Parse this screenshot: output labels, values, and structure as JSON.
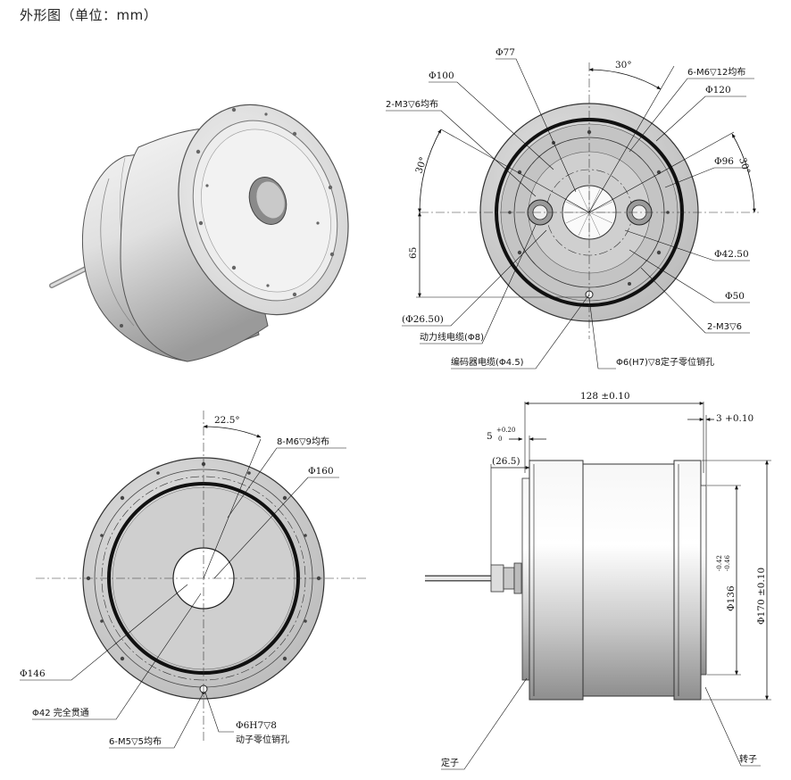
{
  "title": "外形图（单位：mm）",
  "top_right": {
    "labels": {
      "d77": "Φ77",
      "d100": "Φ100",
      "m3_6_even": "2-M3▽6均布",
      "deg30_top": "30°",
      "m6_12_even": "6-M6▽12均布",
      "d120": "Φ120",
      "deg30_left": "30°",
      "deg30_right": "30°",
      "d96": "Φ96",
      "v65": "65",
      "d42_50": "Φ42.50",
      "d50": "Φ50",
      "d26_50": "(Φ26.50)",
      "m3_6": "2-M3▽6",
      "power_cable": "动力线电缆(Φ8)",
      "encoder_cable": "编码器电缆(Φ4.5)",
      "stator_pin": "Φ6(H7)▽8定子零位销孔"
    }
  },
  "bottom_left": {
    "labels": {
      "deg22_5": "22.5°",
      "m6_9_even": "8-M6▽9均布",
      "d160": "Φ160",
      "d146": "Φ146",
      "d42_through": "Φ42 完全贯通",
      "d6h7_8": "Φ6H7▽8",
      "rotor_pin": "动子零位销孔",
      "m5_5_even": "6-M5▽5均布"
    }
  },
  "bottom_right": {
    "labels": {
      "len128": "128 ±0.10",
      "len3": "3 +0.10",
      "len5": "5",
      "tol5_up": "+0.20",
      "tol5_dn": "0",
      "len26_5": "(26.5)",
      "d136": "Φ136",
      "tol136_up": "-0.42",
      "tol136_dn": "-0.46",
      "d170": "Φ170 ±0.10",
      "stator": "定子",
      "rotor": "转子"
    }
  }
}
